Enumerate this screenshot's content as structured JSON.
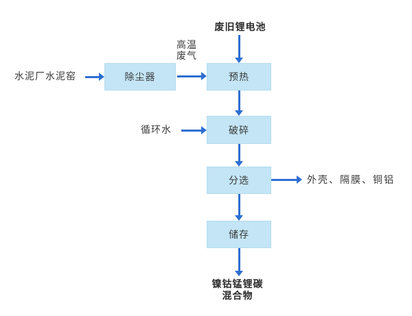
{
  "diagram": {
    "nodes": {
      "dust_remover": "除尘器",
      "preheat": "预热",
      "crush": "破碎",
      "sort": "分选",
      "store": "储存"
    },
    "labels": {
      "waste_battery": "废旧锂电池",
      "cement_kiln": "水泥厂水泥窑",
      "hot_gas_line1": "高温",
      "hot_gas_line2": "废气",
      "circulating_water": "循环水",
      "separation_outputs": "外壳、隔膜、铜铝",
      "final_product_line1": "镍钴锰锂碳",
      "final_product_line2": "混合物"
    },
    "colors": {
      "box_fill": "#c3e5f6",
      "box_border": "#b3dcf0",
      "arrow": "#2d6fd2",
      "text": "#3a3a3a",
      "bold_text": "#2b2b2b",
      "background": "#ffffff"
    }
  }
}
